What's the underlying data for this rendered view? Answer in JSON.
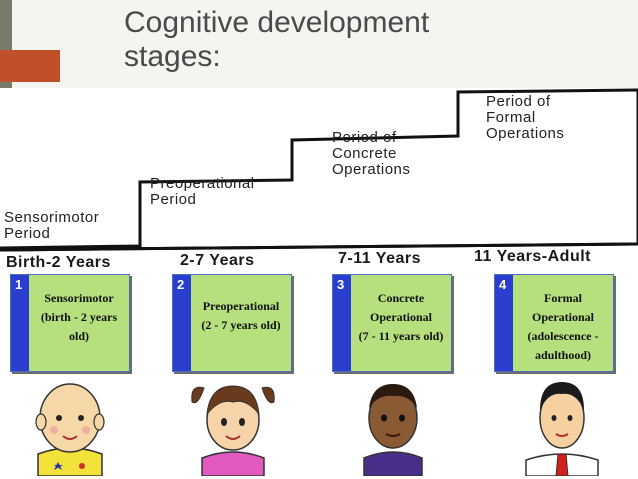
{
  "title": {
    "line1": "Cognitive development",
    "line2": "stages:"
  },
  "stairs": {
    "steps": [
      {
        "line1": "Sensorimotor",
        "line2": "Period"
      },
      {
        "line1": "Preoperational",
        "line2": "Period"
      },
      {
        "line1": "Period of",
        "line2": "Concrete",
        "line3": "Operations"
      },
      {
        "line1": "Period of",
        "line2": "Formal",
        "line3": "Operations"
      }
    ],
    "ages": [
      "Birth-2 Years",
      "2-7 Years",
      "7-11 Years",
      "11 Years-Adult"
    ]
  },
  "cards": [
    {
      "number": "1",
      "line1": "Sensorimotor",
      "line2": "(birth - 2 years",
      "line3": "old)"
    },
    {
      "number": "2",
      "line1": "Preoperational",
      "line2": "(2 - 7 years old)",
      "line3": ""
    },
    {
      "number": "3",
      "line1": "Concrete",
      "line2": "Operational",
      "line3": "(7 - 11 years old)"
    },
    {
      "number": "4",
      "line1": "Formal Operational",
      "line2": "(adolescence -",
      "line3": "adulthood)"
    }
  ],
  "colors": {
    "accent_red": "#c0502a",
    "card_green": "#b5e07d",
    "card_bar_blue": "#2a3fd0",
    "title_gray": "#4a4a4a"
  },
  "icons": [
    "baby-face-icon",
    "girl-face-icon",
    "boy-face-icon",
    "adult-man-face-icon"
  ]
}
